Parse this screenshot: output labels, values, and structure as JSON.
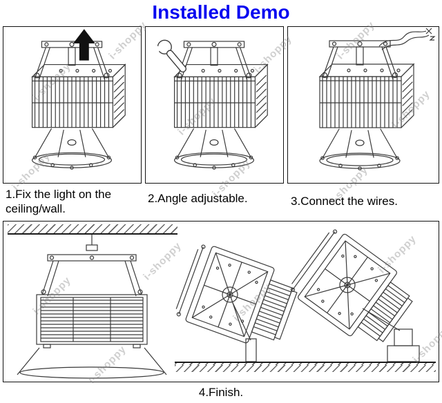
{
  "page": {
    "title": "Installed Demo"
  },
  "watermark": {
    "text": "i-shoppy"
  },
  "steps": [
    {
      "id": 1,
      "caption": "1.Fix the light on the ceiling/wall."
    },
    {
      "id": 2,
      "caption": "2.Angle adjustable."
    },
    {
      "id": 3,
      "caption": "3.Connect the wires."
    },
    {
      "id": 4,
      "caption": "4.Finish."
    }
  ],
  "colors": {
    "title": "#0808f0",
    "line_art": "#3a3a3a",
    "watermark": "#c0c0c0",
    "background": "#ffffff"
  }
}
